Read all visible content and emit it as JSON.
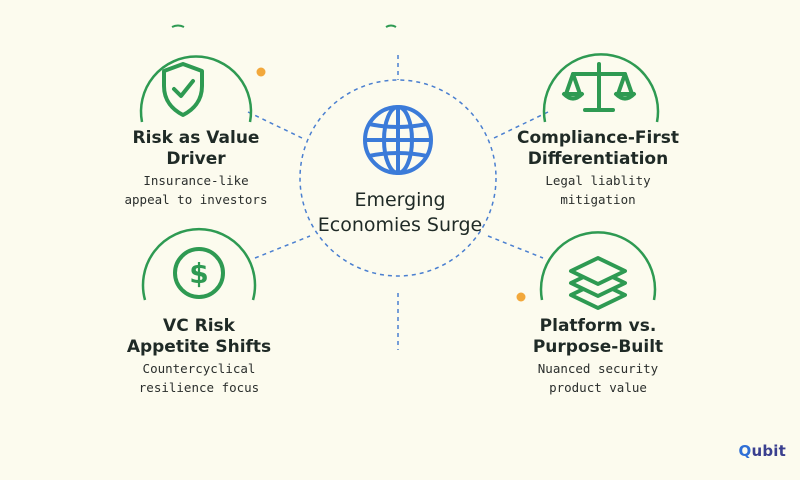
{
  "center": {
    "title_line1": "Emerging",
    "title_line2": "Economies Surge",
    "icon": "globe-icon"
  },
  "nodes": [
    {
      "id": "risk-value",
      "title_line1": "Risk as Value",
      "title_line2": "Driver",
      "sub_line1": "Insurance-like",
      "sub_line2": "appeal to investors",
      "icon": "shield-check-icon"
    },
    {
      "id": "compliance",
      "title_line1": "Compliance-First",
      "title_line2": "Differentiation",
      "sub_line1": "Legal liablity",
      "sub_line2": "mitigation",
      "icon": "scales-icon"
    },
    {
      "id": "vc-risk",
      "title_line1": "VC Risk",
      "title_line2": "Appetite Shifts",
      "sub_line1": "Countercyclical",
      "sub_line2": "resilience focus",
      "icon": "dollar-icon"
    },
    {
      "id": "platform",
      "title_line1": "Platform vs.",
      "title_line2": "Purpose-Built",
      "sub_line1": "Nuanced security",
      "sub_line2": "product value",
      "icon": "layers-icon"
    }
  ],
  "brand": {
    "logo_q": "Q",
    "logo_rest": "ubit"
  },
  "colors": {
    "green": "#2e9a52",
    "blue": "#3b7bd9",
    "orange": "#f2a83b",
    "background": "#fcfbee"
  }
}
